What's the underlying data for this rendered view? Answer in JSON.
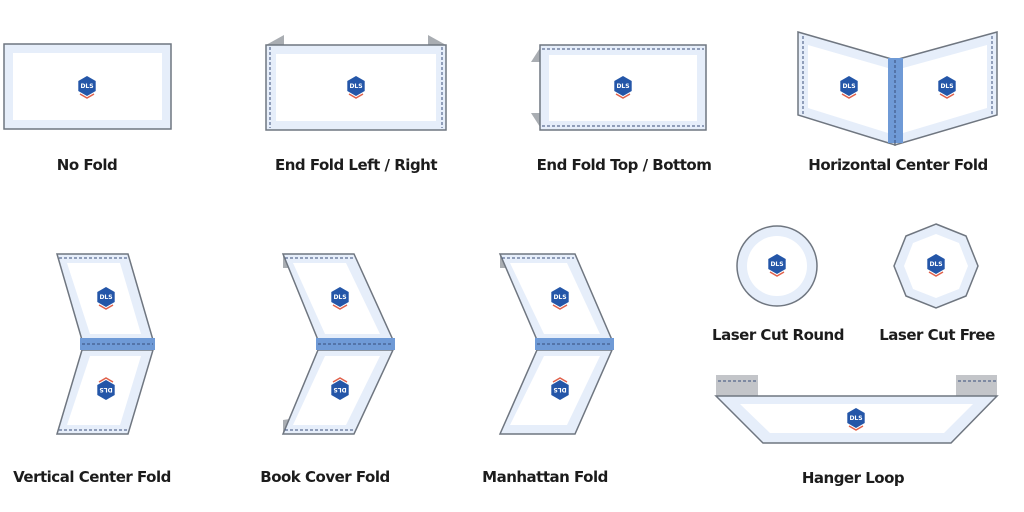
{
  "diagram": {
    "logo_text": "DLS",
    "colors": {
      "panel": "#e6eefa",
      "band": "#6f9ad6",
      "logo": "#2456a8",
      "accent": "#e0604a",
      "tab": "#a9adb2"
    },
    "folds": [
      {
        "label": "No Fold"
      },
      {
        "label": "End Fold Left / Right"
      },
      {
        "label": "End Fold Top / Bottom"
      },
      {
        "label": "Horizontal Center Fold"
      },
      {
        "label": "Vertical Center Fold"
      },
      {
        "label": "Book Cover Fold"
      },
      {
        "label": "Manhattan Fold"
      },
      {
        "label": "Laser Cut Round"
      },
      {
        "label": "Laser Cut Free"
      },
      {
        "label": "Hanger Loop"
      }
    ]
  }
}
